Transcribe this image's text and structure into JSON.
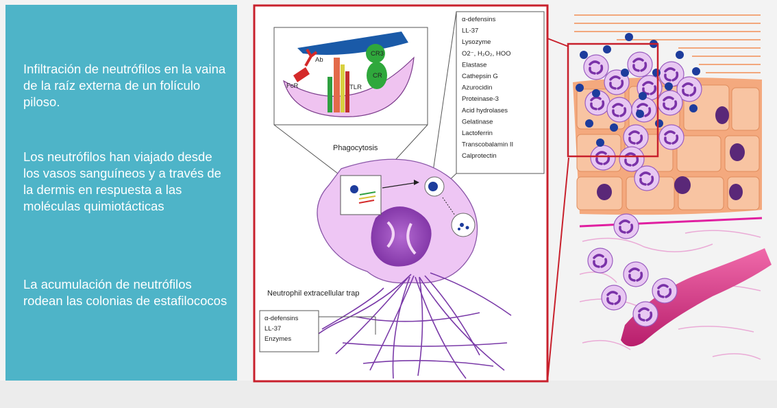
{
  "left_panel": {
    "paragraph_1": "Infiltración de neutrófilos en la vaina de la raíz externa de un folículo piloso.",
    "paragraph_2": " Los neutrófilos han viajado desde los vasos sanguíneos y a través de la dermis en respuesta a las moléculas quimiotácticas",
    "paragraph_3": "La acumulación de neutrófilos rodean las colonias de estafilococos"
  },
  "diagram": {
    "receptor_labels": {
      "ab": "Ab",
      "fcr": "FcR",
      "tlr": "TLR",
      "cr3": "CR3",
      "cr": "CR"
    },
    "granule_list": [
      "α-defensins",
      "LL-37",
      "Lysozyme",
      "O2⁻, H₂O₂,   HOO",
      "Elastase",
      "Cathepsin G",
      "Azurocidin",
      "Proteinase-3",
      "Acid hydrolases",
      "Gelatinase",
      "Lactoferrin",
      "Transcobalamin II",
      "Calprotectin"
    ],
    "phagocytosis_label": "Phagocytosis",
    "net_label": "Neutrophil extracellular trap",
    "net_list": [
      "α-defensins",
      "LL-37",
      "Enzymes"
    ]
  },
  "colors": {
    "panel_bg": "#4eb4c8",
    "frame_red": "#c8202c",
    "cell_pink": "#e6b8ec",
    "nucleus_purple": "#8a3cb0",
    "bacteria_blue": "#1d3c9c",
    "skin_orange": "#f2a77c",
    "vessel_magenta": "#d83a8a"
  }
}
